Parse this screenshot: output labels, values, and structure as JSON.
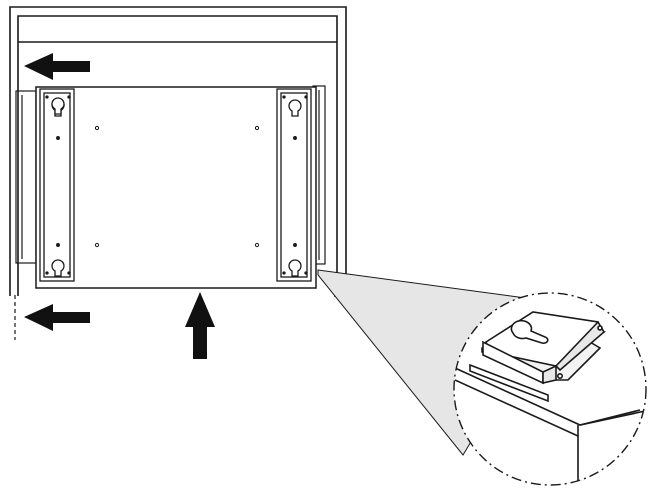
{
  "figure": {
    "kind": "installation-illustration",
    "text": [],
    "colors": {
      "line": "#1a1a1a",
      "arrow": "#111111",
      "zoom_fill": "#e6e6e6",
      "background": "#ffffff"
    },
    "icons": {
      "left_arrows": "arrow-left-icon",
      "up_arrow": "arrow-up-icon"
    },
    "arrows": [
      {
        "direction": "left"
      },
      {
        "direction": "left"
      },
      {
        "direction": "up"
      }
    ],
    "detail_view": {
      "shape": "dash-dot-circle",
      "shows": "keyhole-bracket-on-edge"
    }
  }
}
